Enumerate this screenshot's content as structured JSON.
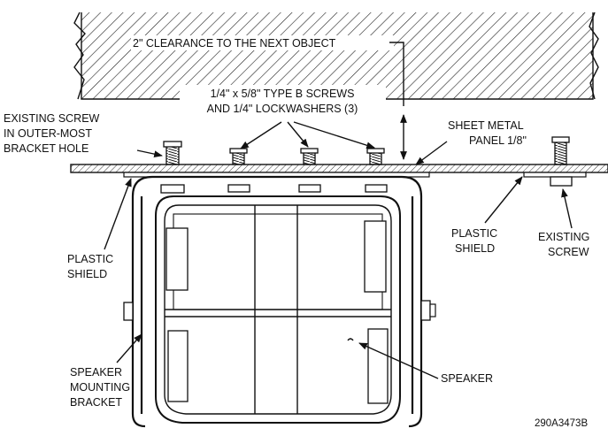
{
  "labels": {
    "clearance": "2\" CLEARANCE TO THE NEXT OBJECT",
    "screws_line1": "1/4\" x 5/8\" TYPE B SCREWS",
    "screws_line2": "AND 1/4\" LOCKWASHERS (3)",
    "existing_screw_left_line1": "EXISTING SCREW",
    "existing_screw_left_line2": "IN OUTER-MOST",
    "existing_screw_left_line3": "BRACKET HOLE",
    "sheet_metal_line1": "SHEET METAL",
    "sheet_metal_line2": "PANEL 1/8\"",
    "plastic_shield_left_line1": "PLASTIC",
    "plastic_shield_left_line2": "SHIELD",
    "plastic_shield_right_line1": "PLASTIC",
    "plastic_shield_right_line2": "SHIELD",
    "existing_screw_right_line1": "EXISTING",
    "existing_screw_right_line2": "SCREW",
    "bracket_line1": "SPEAKER",
    "bracket_line2": "MOUNTING",
    "bracket_line3": "BRACKET",
    "speaker": "SPEAKER",
    "figure_id": "290A3473B"
  }
}
